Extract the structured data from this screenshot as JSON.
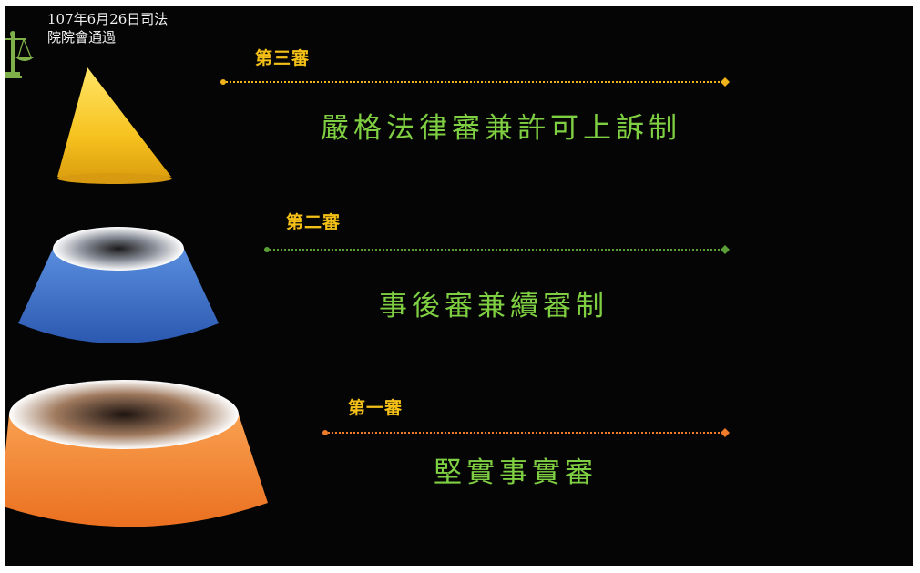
{
  "note": {
    "text": "107年6月26日司法\n院院會通過"
  },
  "icons": {
    "scale": "scale-of-justice-icon"
  },
  "tiers": [
    {
      "label": "第三審",
      "description": "嚴格法律審兼許可上訴制",
      "color": "#f1b31c"
    },
    {
      "label": "第二審",
      "description": "事後審兼續審制",
      "color": "#5aa036"
    },
    {
      "label": "第一審",
      "description": "堅實事實審",
      "color": "#ef7c2a"
    }
  ],
  "colors": {
    "background": "#050505",
    "label_text": "#f4c018",
    "description_text": "#7fcf42",
    "tier3_gold": "#f4b81c",
    "tier2_blue": "#3a6fc8",
    "tier1_orange": "#f08a32"
  }
}
